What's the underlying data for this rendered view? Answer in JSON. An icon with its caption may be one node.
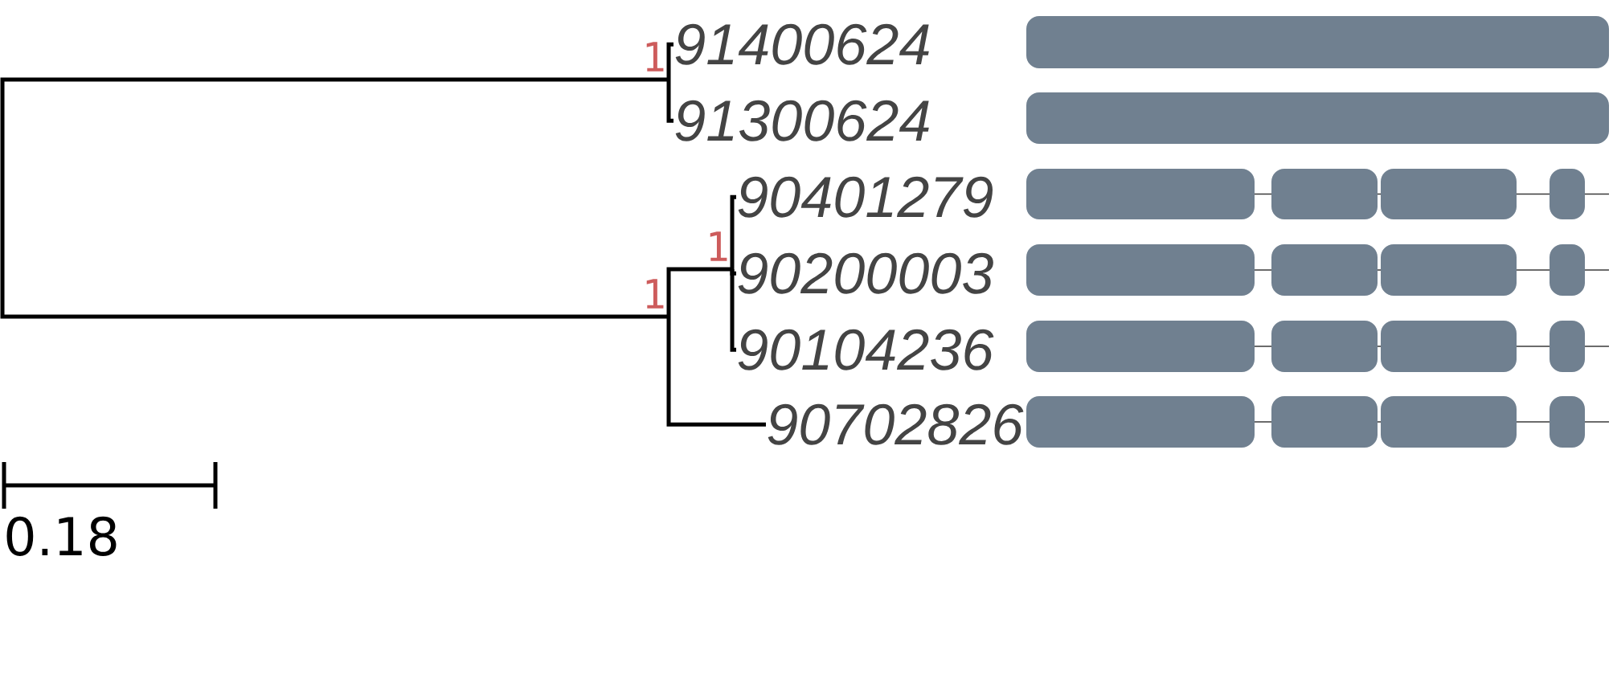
{
  "diagram": {
    "nodes": [
      {
        "text": [
          "91400624"
        ]
      },
      {
        "text": [
          "91300624"
        ]
      },
      {
        "text": [
          "90401279"
        ]
      },
      {
        "text": [
          "90200003"
        ]
      },
      {
        "text": [
          "90104236"
        ]
      },
      {
        "text": [
          "90702826"
        ]
      },
      {
        "text": [
          "1"
        ]
      },
      {
        "text": [
          "1"
        ]
      },
      {
        "text": [
          "1"
        ]
      },
      {
        "text": [],
        "shape": "bar"
      },
      {
        "text": [],
        "shape": "bar"
      },
      {
        "text": [],
        "shape": "bar"
      },
      {
        "text": [],
        "shape": "bar"
      },
      {
        "text": [],
        "shape": "bar"
      },
      {
        "text": [],
        "shape": "bar"
      }
    ],
    "edges": [
      {
        "from": 6,
        "to": 8,
        "arrow": "none"
      },
      {
        "from": 6,
        "to": 0,
        "arrow": "none"
      },
      {
        "from": 6,
        "to": 1,
        "arrow": "none"
      },
      {
        "from": 8,
        "to": 7,
        "arrow": "none"
      },
      {
        "from": 8,
        "to": 5,
        "arrow": "none"
      },
      {
        "from": 7,
        "to": 2,
        "arrow": "none"
      },
      {
        "from": 7,
        "to": 3,
        "arrow": "none"
      },
      {
        "from": 7,
        "to": 4,
        "arrow": "none"
      }
    ],
    "labels": [
      "0.18"
    ]
  }
}
